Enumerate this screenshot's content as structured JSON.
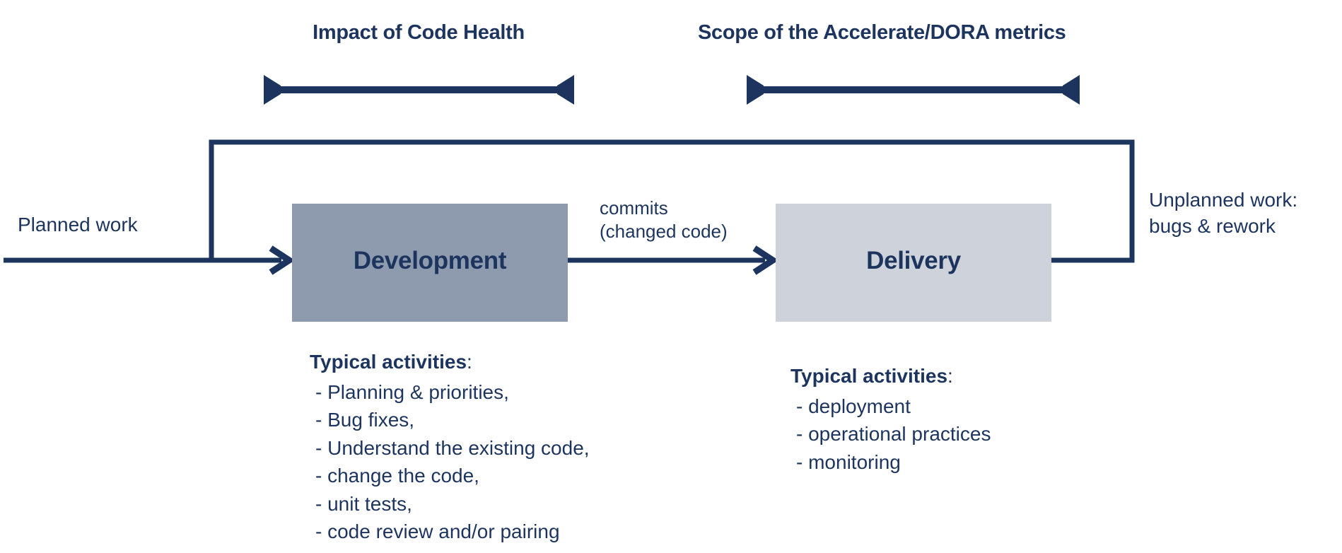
{
  "colors": {
    "navy": "#1d355e",
    "development_box_fill": "#8e9aae",
    "delivery_box_fill": "#ced3db",
    "background": "#ffffff"
  },
  "annotations": {
    "code_health_label": "Impact of Code Health",
    "dora_label": "Scope of the Accelerate/DORA metrics"
  },
  "flow": {
    "planned_work_label": "Planned work",
    "development_box_label": "Development",
    "commits_label_line1": "commits",
    "commits_label_line2": "(changed code)",
    "delivery_box_label": "Delivery",
    "unplanned_work_line1": "Unplanned work:",
    "unplanned_work_line2": "bugs & rework"
  },
  "development_activities": {
    "title": "Typical activities",
    "colon": ":",
    "items": [
      "- Planning & priorities,",
      "- Bug fixes,",
      "- Understand the existing code,",
      "- change the code,",
      "- unit tests,",
      "- code review and/or pairing"
    ]
  },
  "delivery_activities": {
    "title": "Typical activities",
    "colon": ":",
    "items": [
      "- deployment",
      "- operational practices",
      "- monitoring"
    ]
  }
}
